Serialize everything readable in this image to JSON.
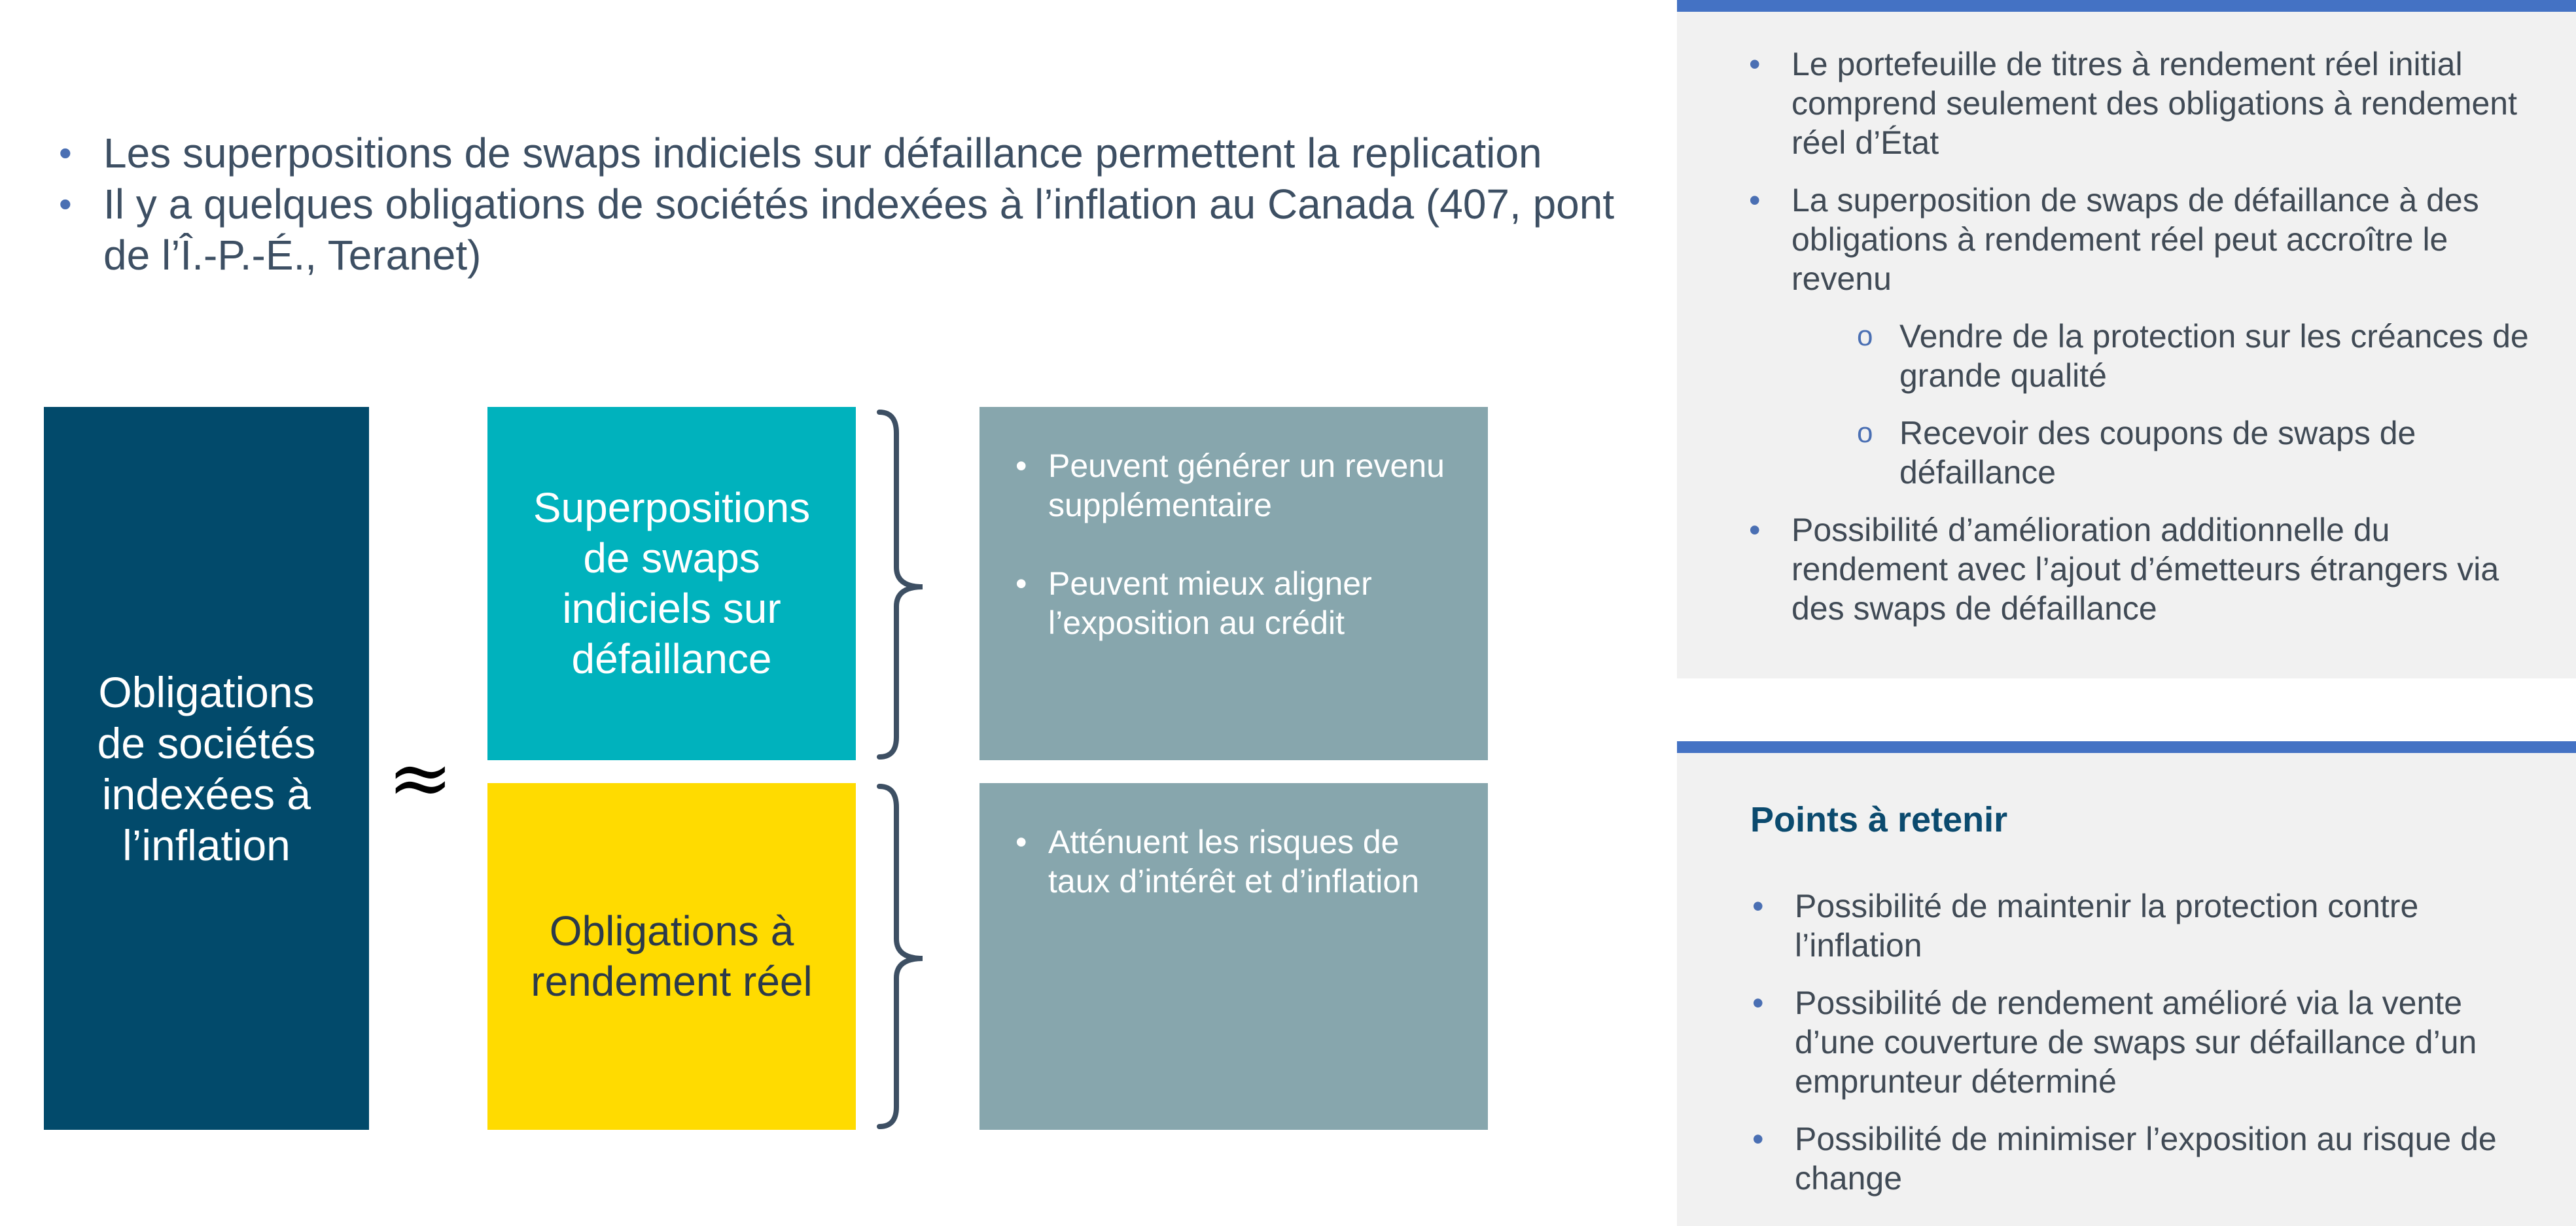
{
  "intro": {
    "bullets": [
      "Les superpositions de swaps indiciels sur défaillance permettent la replication",
      "Il y a quelques obligations de sociétés indexées à l’inflation au Canada (407, pont de l’Î.-P.-É., Teranet)"
    ]
  },
  "diagram": {
    "main_box": "Obligations de sociétés indexées à l’inflation",
    "approx_symbol": "≈",
    "cds_box": "Superpositions de swaps indiciels sur défaillance",
    "rrb_box": "Obligations à rendement réel",
    "cds_benefits": [
      "Peuvent générer un revenu supplémentaire",
      "Peuvent mieux aligner l’exposition au crédit"
    ],
    "rrb_benefits": [
      "Atténuent les risques de taux d’intérêt et d’inflation"
    ]
  },
  "panel_top": {
    "items": [
      {
        "text": "Le portefeuille de titres à rendement réel initial comprend seulement des obligations à rendement réel d’État",
        "level": 1
      },
      {
        "text": "La superposition de swaps de défaillance à des obligations à rendement réel peut accroître le revenu",
        "level": 1
      },
      {
        "text": "Vendre de la protection sur les créances de grande qualité",
        "level": 2
      },
      {
        "text": "Recevoir des coupons de swaps de défaillance",
        "level": 2
      },
      {
        "text": "Possibilité d’amélioration additionnelle du rendement avec l’ajout d’émetteurs étrangers via des swaps de défaillance",
        "level": 1
      }
    ]
  },
  "panel_bottom": {
    "title": "Points à retenir",
    "items": [
      "Possibilité de maintenir la protection contre l’inflation",
      "Possibilité de rendement amélioré via la vente d’une couverture de swaps sur défaillance d’un emprunteur déterminé",
      "Possibilité de minimiser l’exposition au risque de change"
    ]
  },
  "colors": {
    "navy": "#024a6b",
    "teal": "#00b2bd",
    "yellow": "#ffdb00",
    "grey_blue": "#87a6ad",
    "accent_blue": "#4472c4",
    "panel_bg": "#f1f1f1"
  }
}
